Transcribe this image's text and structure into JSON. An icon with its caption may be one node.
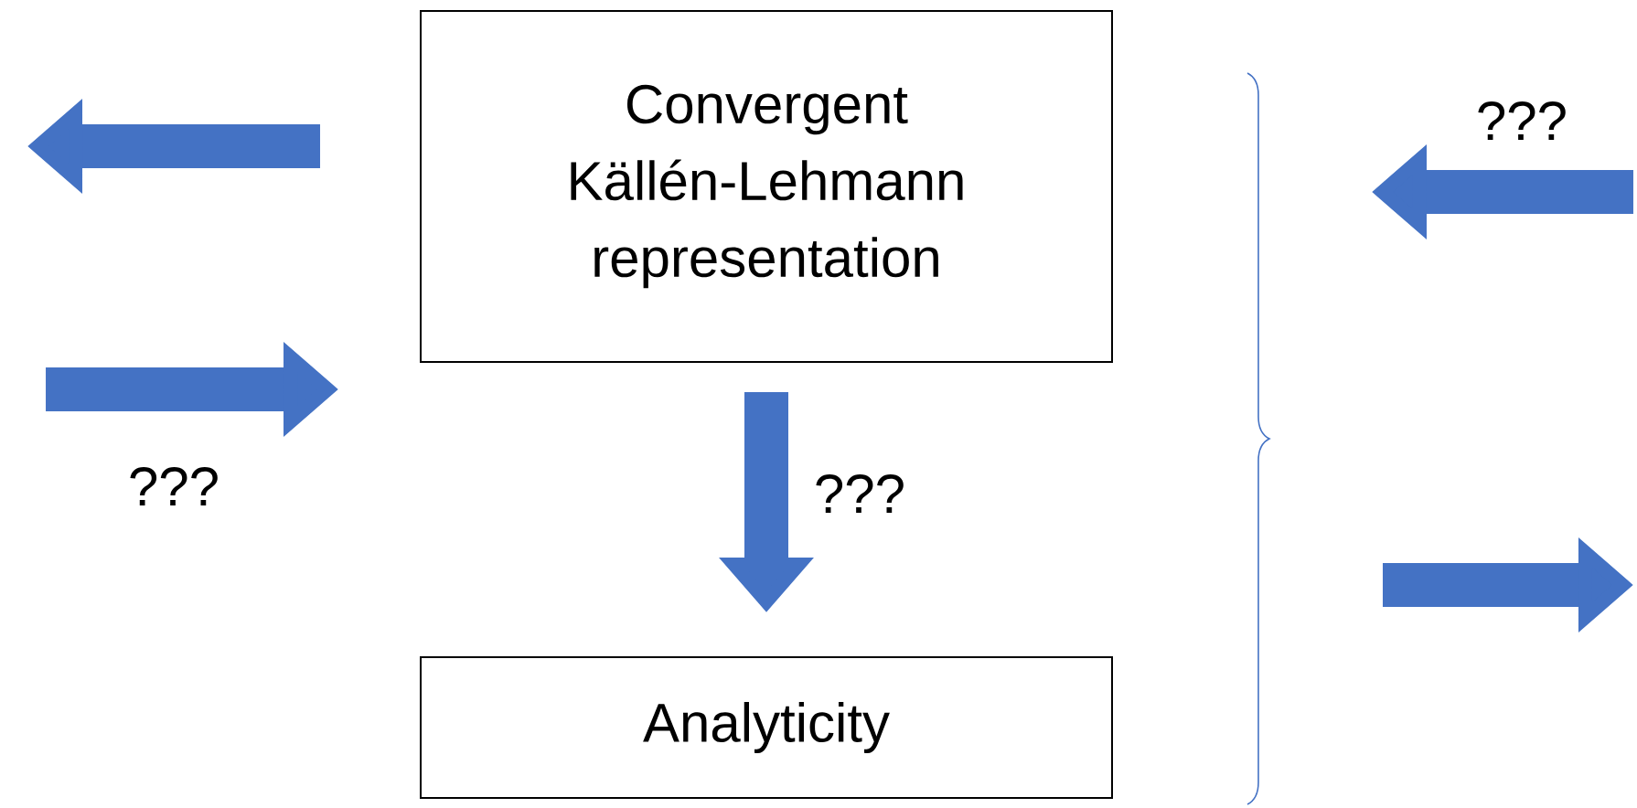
{
  "diagram": {
    "nodes": [
      {
        "text": [
          "Convergent Källén-Lehmann representation"
        ]
      },
      {
        "text": [
          "Analyticity"
        ]
      }
    ],
    "edges": [
      {
        "from": 0,
        "to": 1,
        "arrow": "to",
        "label": "???"
      }
    ],
    "labels": [
      "???",
      "???"
    ]
  }
}
